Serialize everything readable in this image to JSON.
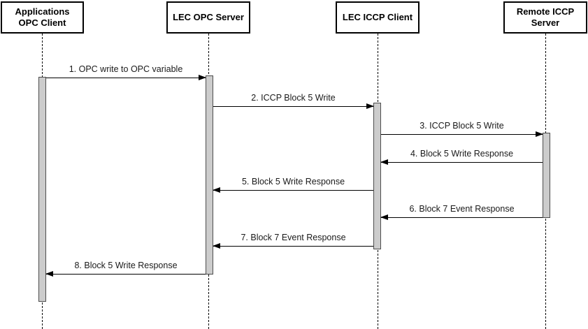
{
  "diagram": {
    "type": "sequence-diagram",
    "actors": [
      {
        "label": "Applications OPC Client"
      },
      {
        "label": "LEC OPC Server"
      },
      {
        "label": "LEC ICCP Client"
      },
      {
        "label": "Remote ICCP Server"
      }
    ],
    "messages": [
      {
        "label": "1. OPC write to OPC variable",
        "from": "Applications OPC Client",
        "to": "LEC OPC Server",
        "direction": "right"
      },
      {
        "label": "2. ICCP Block 5 Write",
        "from": "LEC OPC Server",
        "to": "LEC ICCP Client",
        "direction": "right"
      },
      {
        "label": "3. ICCP Block 5 Write",
        "from": "LEC ICCP Client",
        "to": "Remote ICCP Server",
        "direction": "right"
      },
      {
        "label": "4. Block 5 Write Response",
        "from": "Remote ICCP Server",
        "to": "LEC ICCP Client",
        "direction": "left"
      },
      {
        "label": "5. Block 5 Write Response",
        "from": "LEC ICCP Client",
        "to": "LEC OPC Server",
        "direction": "left"
      },
      {
        "label": "6. Block 7 Event Response",
        "from": "Remote ICCP Server",
        "to": "LEC ICCP Client",
        "direction": "left"
      },
      {
        "label": "7. Block 7 Event Response",
        "from": "LEC ICCP Client",
        "to": "LEC OPC Server",
        "direction": "left"
      },
      {
        "label": "8. Block 5 Write Response",
        "from": "LEC OPC Server",
        "to": "Applications OPC Client",
        "direction": "left"
      }
    ],
    "colors": {
      "background": "#ffffff",
      "actor_border": "#000000",
      "lifeline": "#000000",
      "activation_fill": "#cccccc",
      "activation_border": "#4d4d4d",
      "message_line": "#000000",
      "text": "#1a1a1a"
    }
  }
}
